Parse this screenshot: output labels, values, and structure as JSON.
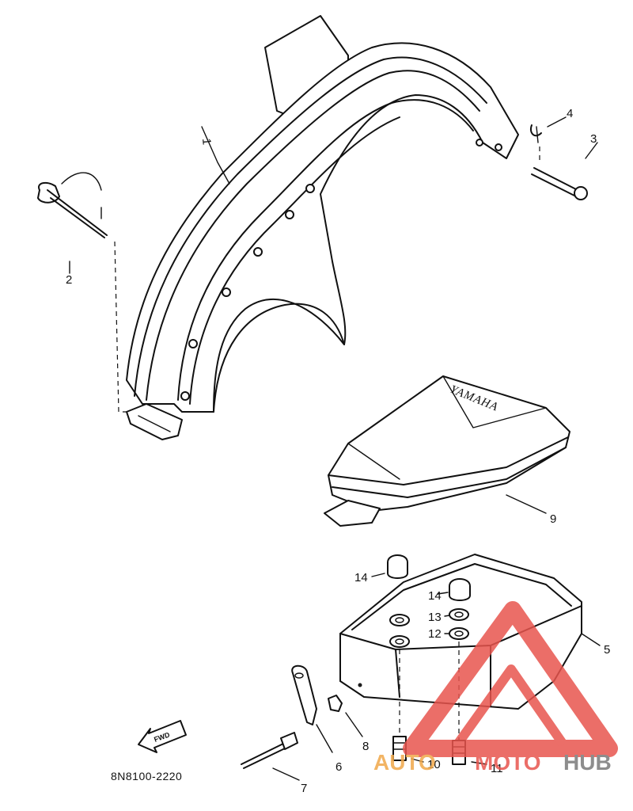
{
  "diagram": {
    "callouts": {
      "c1": "1",
      "c2": "2",
      "c3": "3",
      "c4": "4",
      "c5": "5",
      "c6": "6",
      "c7": "7",
      "c8": "8",
      "c9": "9",
      "c10": "10",
      "c11": "11",
      "c12": "12",
      "c13": "13",
      "c14a": "14",
      "c14b": "14"
    },
    "part_code": "8N8100-2220",
    "cover_brand": "YAMAHA",
    "fwd_label": "FWD",
    "watermark": {
      "word1": "AUTO",
      "word2": "MOTO",
      "word3": "HUB",
      "color_red": "#e8554e",
      "color_orange": "#f0a84a",
      "color_grey": "#7a7a7a"
    }
  }
}
